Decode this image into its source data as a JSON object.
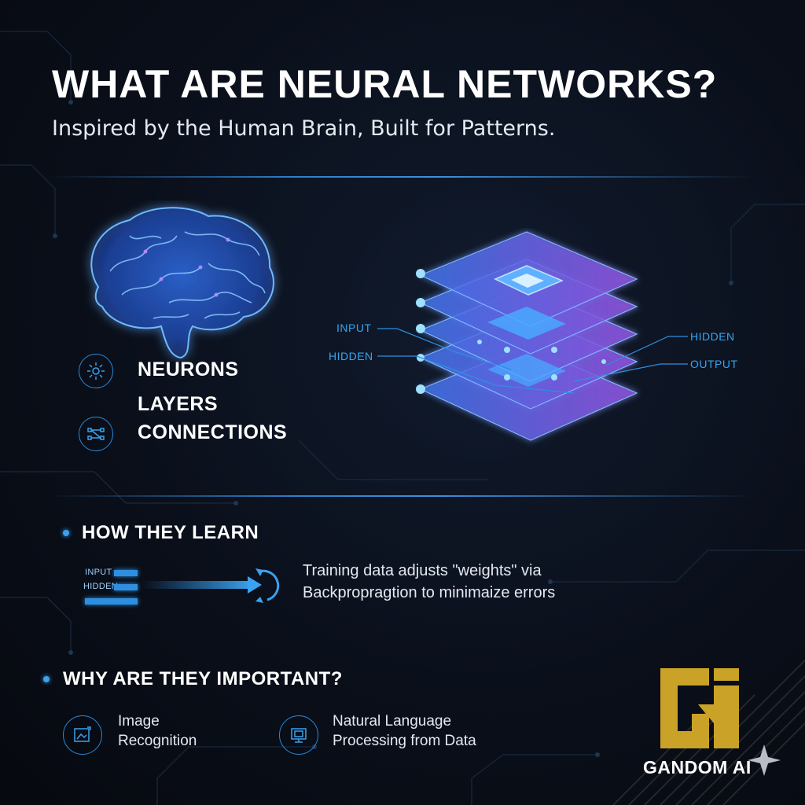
{
  "header": {
    "title": "WHAT ARE NEURAL NETWORKS?",
    "subtitle": "Inspired by the Human Brain, Built for Patterns."
  },
  "features": [
    {
      "label": "NEURONS",
      "icon": "neuron-icon"
    },
    {
      "label": "LAYERS"
    },
    {
      "label": "CONNECTIONS",
      "icon": "connections-icon"
    }
  ],
  "network": {
    "labels": {
      "input": "INPUT",
      "hidden_left": "HIDDEN",
      "hidden_right": "HIDDEN",
      "output": "OUTPUT"
    }
  },
  "learn": {
    "heading": "HOW THEY LEARN",
    "bar_labels": {
      "input": "INPUT",
      "hidden": "HIDDEN"
    },
    "text_line1": "Training data adjusts \"weights\" via",
    "text_line2": "Backpropragtion to minimaize errors"
  },
  "why": {
    "heading": "WHY ARE THEY IMPORTANT?",
    "items": [
      {
        "line1": "Image",
        "line2": "Recognition",
        "icon": "image-recognition-icon"
      },
      {
        "line1": "Natural Language",
        "line2": "Processing from Data",
        "icon": "monitor-icon"
      }
    ]
  },
  "brand": {
    "name": "GANDOM AI",
    "logo_color": "#c9a227"
  },
  "colors": {
    "accent": "#2e8fe0",
    "layer_blue": "#3b6fe0",
    "layer_purple": "#8b4fd6"
  }
}
